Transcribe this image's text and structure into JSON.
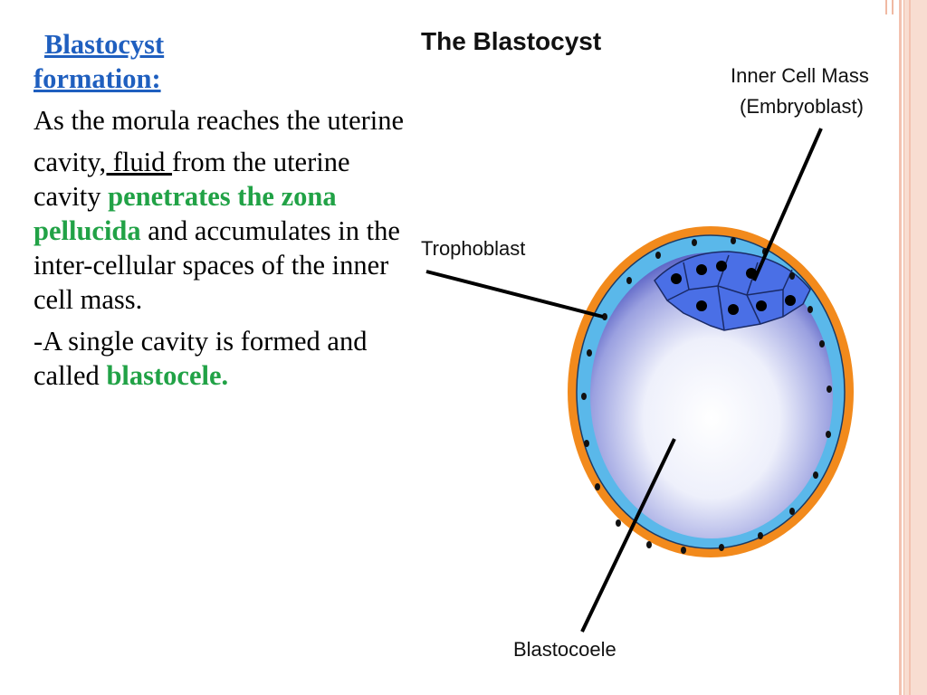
{
  "text": {
    "heading_line1": "Blastocyst ",
    "heading_line2": "formation:",
    "p1": "As the morula reaches the uterine",
    "p2_a": "cavity",
    "p2_fluid": ", fluid ",
    "p2_b": "from the uterine cavity ",
    "p2_green": "penetrates the zona pellucida",
    "p2_c": " and accumulates in the inter-cellular spaces of the inner cell mass.",
    "p3_a": "-A single cavity is formed and called ",
    "p3_green": "blastocele."
  },
  "diagram": {
    "title": "The Blastocyst",
    "label_icm_1": "Inner Cell Mass",
    "label_icm_2": "(Embryoblast)",
    "label_trophoblast": "Trophoblast",
    "label_blastocoele": "Blastocoele",
    "colors": {
      "zona": "#f28a1c",
      "trophoblast": "#5ab8ea",
      "inner_cell_mass": "#4a6fe6",
      "cavity_edge": "#3d46b8",
      "cavity_center": "#ffffff"
    }
  }
}
